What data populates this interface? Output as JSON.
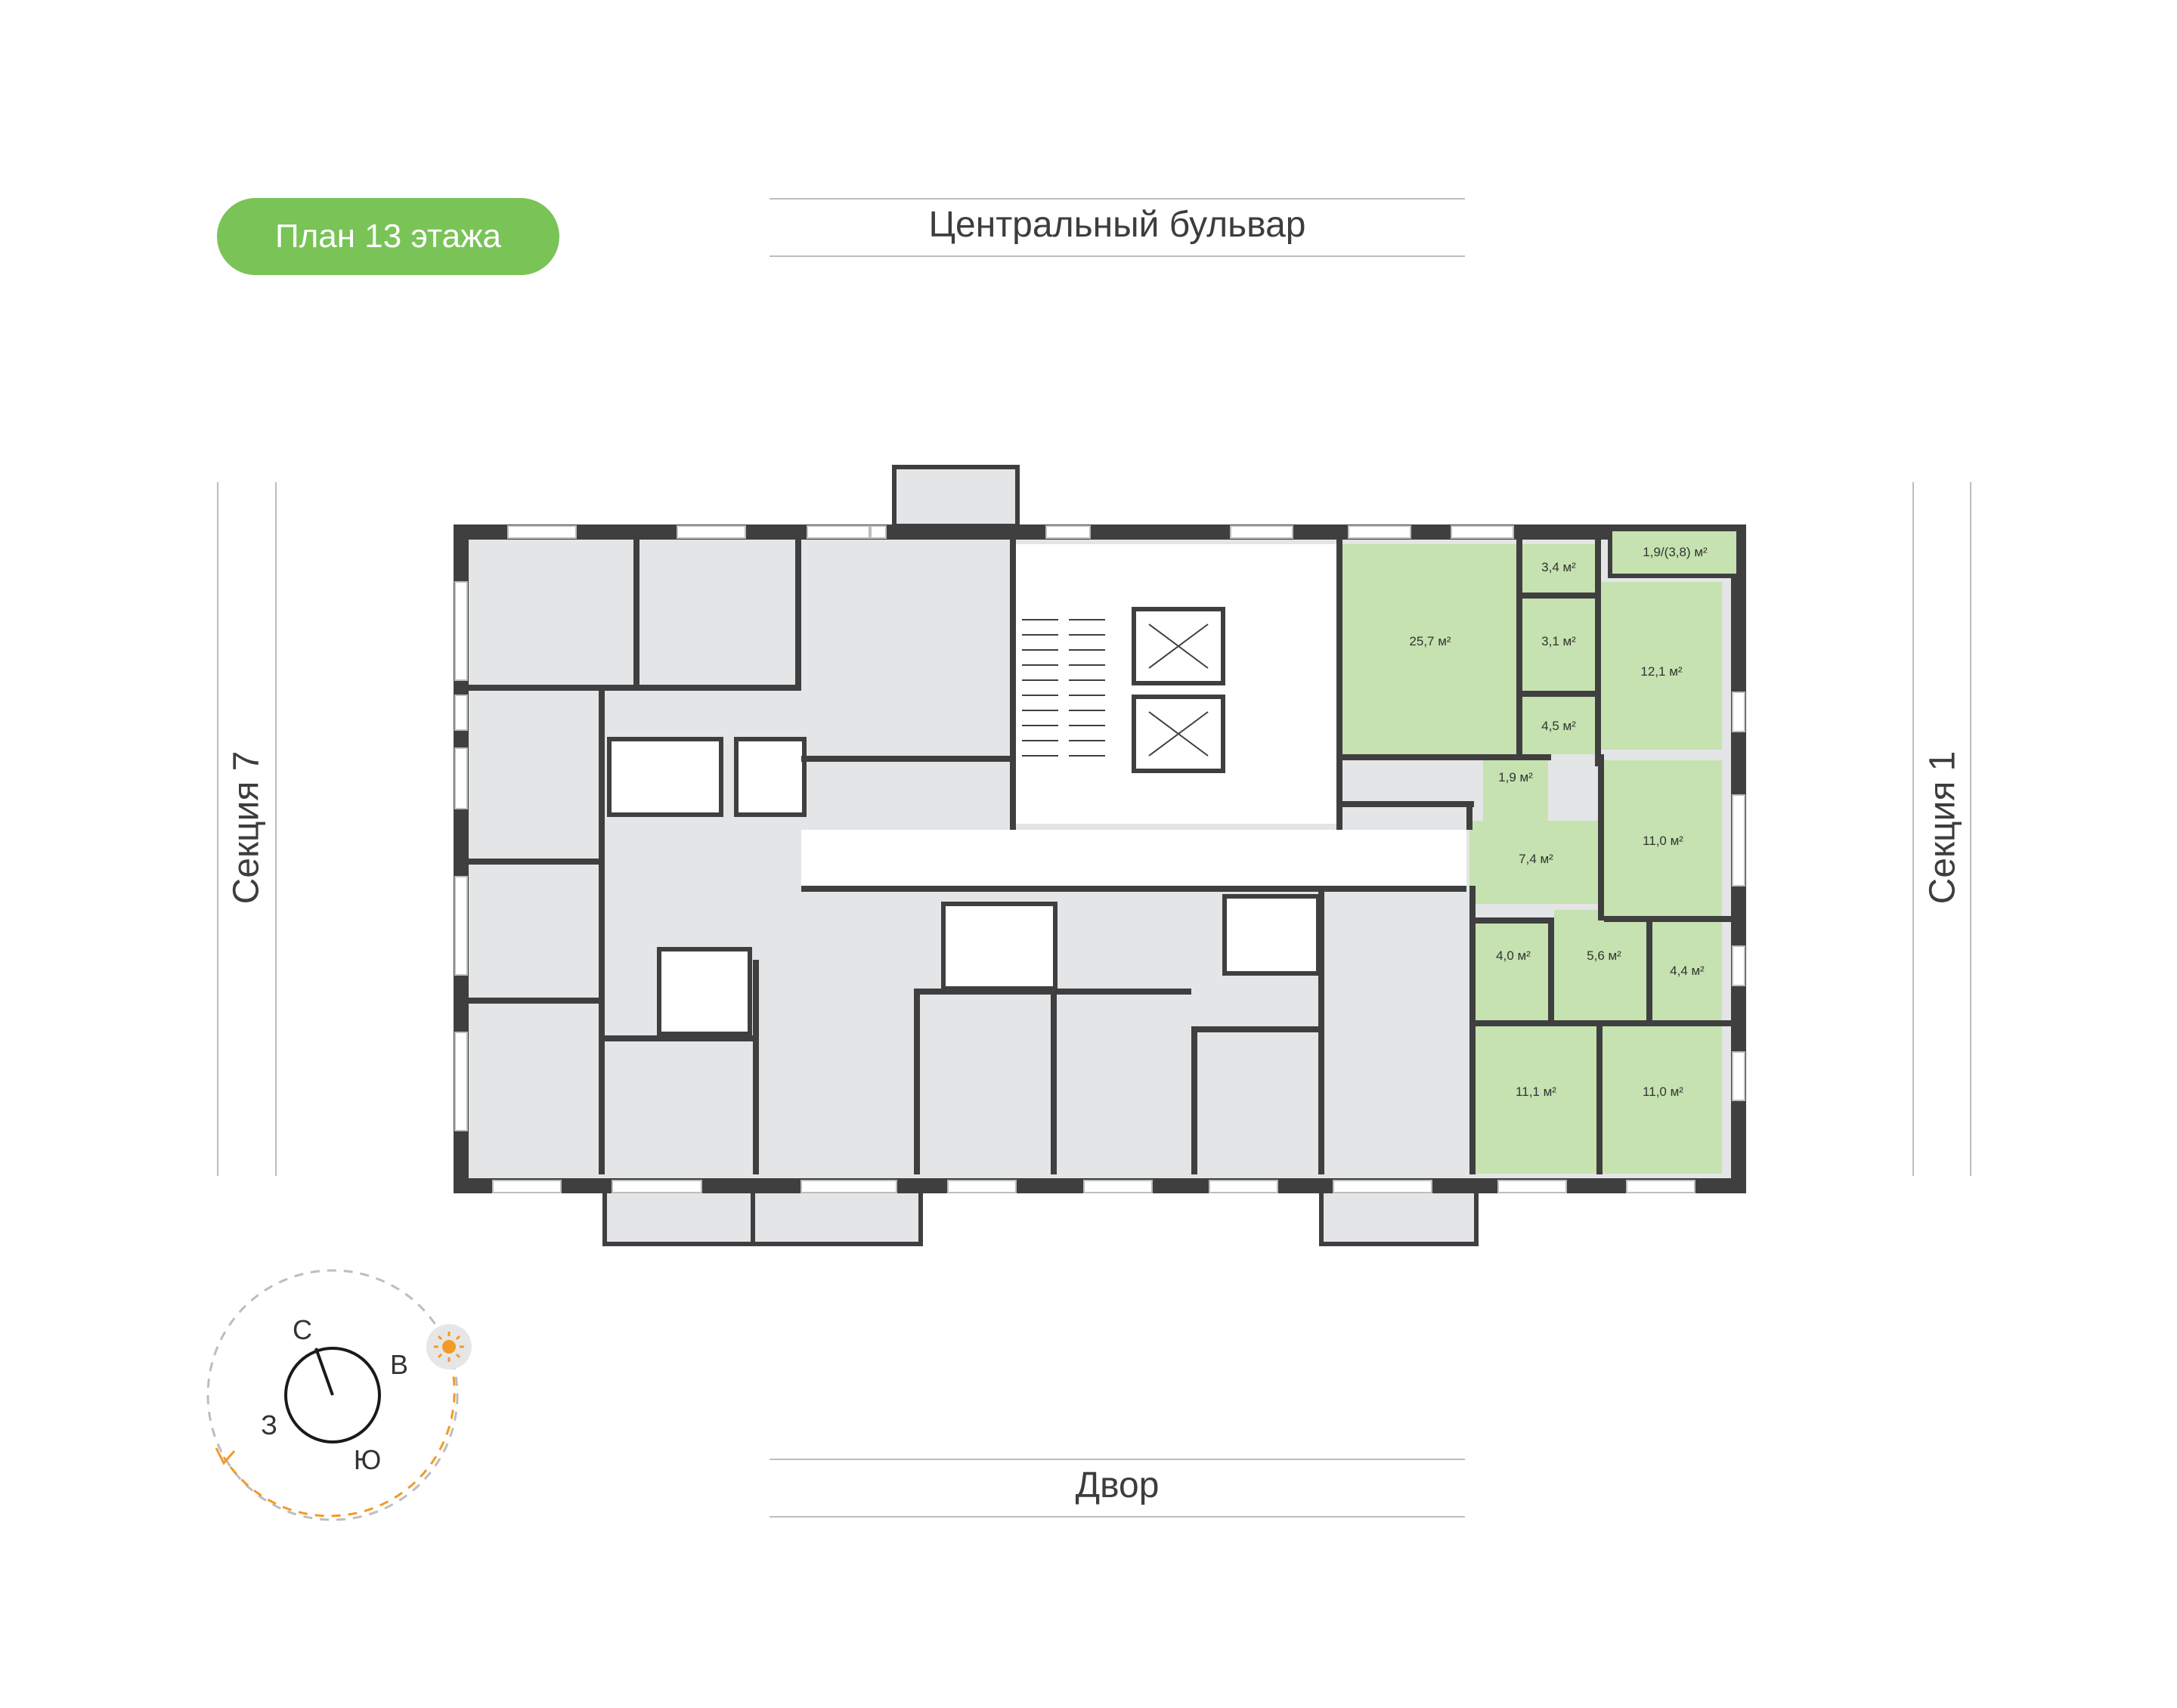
{
  "title": "План 13 этажа",
  "labels": {
    "north": "Центральный бульвар",
    "south": "Двор",
    "west": "Секция 7",
    "east": "Секция 1"
  },
  "compass": {
    "n": "С",
    "e": "В",
    "s": "Ю",
    "w": "З"
  },
  "colors": {
    "accent": "#79c357",
    "highlight_fill": "#c5e2b0",
    "room_fill": "#e4e5e7",
    "wall": "#3f3f3f",
    "sun": "#f29a24",
    "orbit": "#f29a24"
  },
  "apartment": {
    "rooms": [
      {
        "id": "living",
        "area": "25,7 м²"
      },
      {
        "id": "storage",
        "area": "3,4 м²"
      },
      {
        "id": "balcony",
        "area": "1,9/(3,8) м²"
      },
      {
        "id": "bath-1",
        "area": "3,1 м²"
      },
      {
        "id": "bedroom-ne",
        "area": "12,1 м²"
      },
      {
        "id": "corridor-1",
        "area": "4,5 м²"
      },
      {
        "id": "wc",
        "area": "1,9 м²"
      },
      {
        "id": "bedroom-e",
        "area": "11,0 м²"
      },
      {
        "id": "hall",
        "area": "7,4 м²"
      },
      {
        "id": "bath-2",
        "area": "4,0 м²"
      },
      {
        "id": "corridor-2",
        "area": "5,6 м²"
      },
      {
        "id": "closet",
        "area": "4,4 м²"
      },
      {
        "id": "bedroom-sw",
        "area": "11,1 м²"
      },
      {
        "id": "bedroom-se",
        "area": "11,0 м²"
      }
    ]
  }
}
